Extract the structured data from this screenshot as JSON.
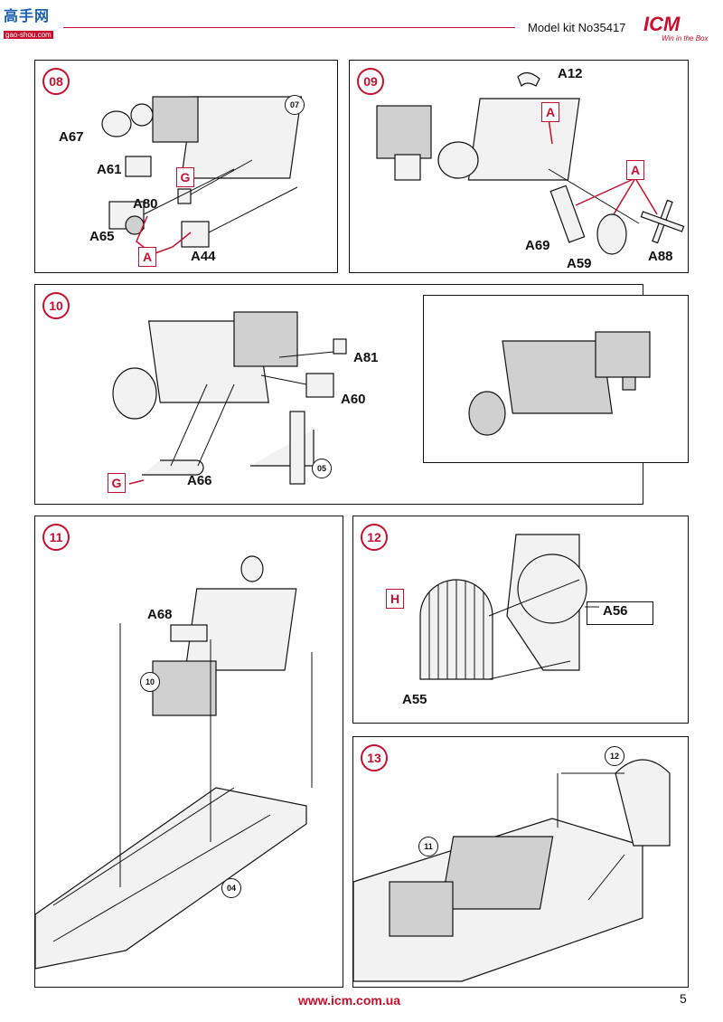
{
  "header": {
    "logo_text": "高手网",
    "watermark": "gao-shou.com",
    "kit_title": "Model kit No35417",
    "brand": "ICM",
    "brand_slogan": "Win in the Box",
    "header_color": "#c8102e"
  },
  "steps": [
    {
      "number": "08",
      "labels": [
        "A67",
        "A61",
        "A80",
        "A65",
        "A44"
      ],
      "tags": [
        "G",
        "A"
      ],
      "refs": [
        "07"
      ]
    },
    {
      "number": "09",
      "labels": [
        "A12",
        "A69",
        "A59",
        "A88"
      ],
      "tags": [
        "A",
        "A"
      ],
      "refs": []
    },
    {
      "number": "10",
      "labels": [
        "A81",
        "A60",
        "A66"
      ],
      "tags": [
        "G"
      ],
      "refs": [
        "05"
      ]
    },
    {
      "number": "11",
      "labels": [
        "A68"
      ],
      "tags": [],
      "refs": [
        "10",
        "04"
      ]
    },
    {
      "number": "12",
      "labels": [
        "A56",
        "A55"
      ],
      "tags": [
        "H"
      ],
      "refs": []
    },
    {
      "number": "13",
      "labels": [],
      "tags": [],
      "refs": [
        "12",
        "11"
      ]
    }
  ],
  "footer": {
    "website": "www.icm.com.ua",
    "page_number": "5"
  }
}
